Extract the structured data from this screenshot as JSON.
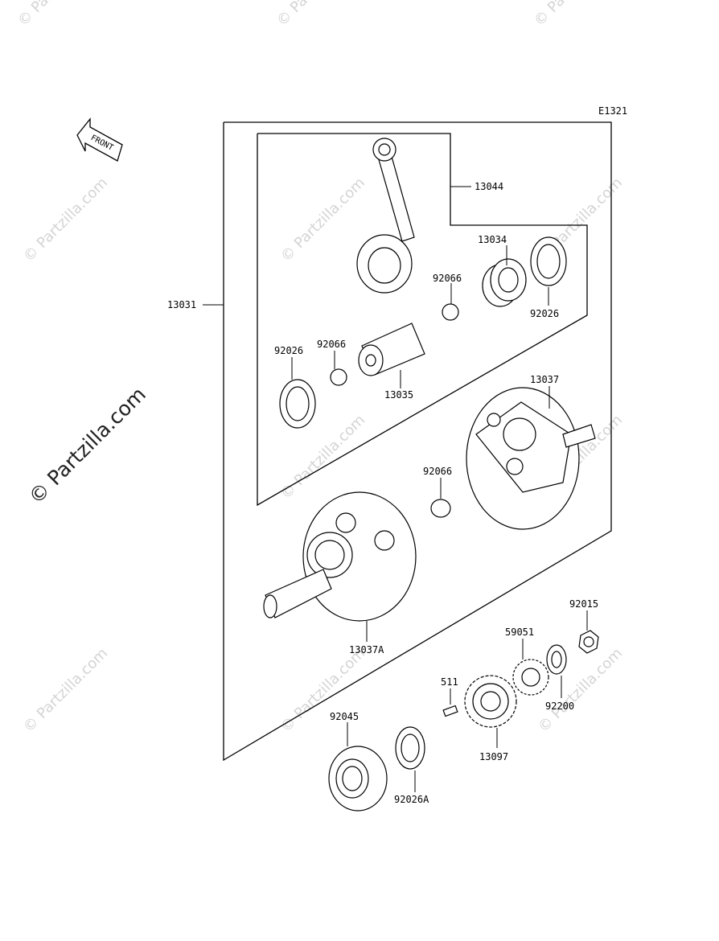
{
  "diagram": {
    "code": "E1321",
    "front_label": "FRONT",
    "watermark_small": "© Partzilla.com",
    "watermark_large": "© Partzilla.com",
    "parts": {
      "p13044": "13044",
      "p13034": "13034",
      "p92066a": "92066",
      "p92026a": "92026",
      "p13031": "13031",
      "p92026b": "92026",
      "p92066b": "92066",
      "p13035": "13035",
      "p13037": "13037",
      "p92066c": "92066",
      "p13037A": "13037A",
      "p92015": "92015",
      "p59051": "59051",
      "p511": "511",
      "p92200": "92200",
      "p92045": "92045",
      "p13097": "13097",
      "p92026A": "92026A"
    }
  }
}
